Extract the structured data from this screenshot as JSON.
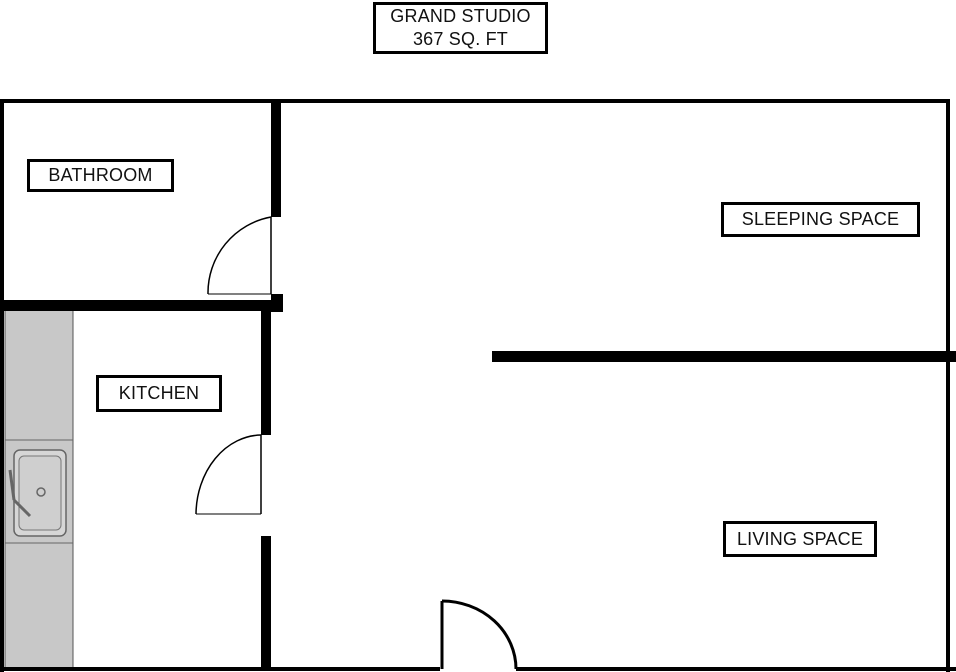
{
  "title": {
    "line1": "GRAND STUDIO",
    "line2": "367 SQ. FT"
  },
  "rooms": {
    "bathroom": "BATHROOM",
    "kitchen": "KITCHEN",
    "sleeping": "SLEEPING SPACE",
    "living": "LIVING SPACE"
  },
  "colors": {
    "wall": "#000000",
    "counter": "#c8c8c8",
    "background": "#ffffff"
  }
}
